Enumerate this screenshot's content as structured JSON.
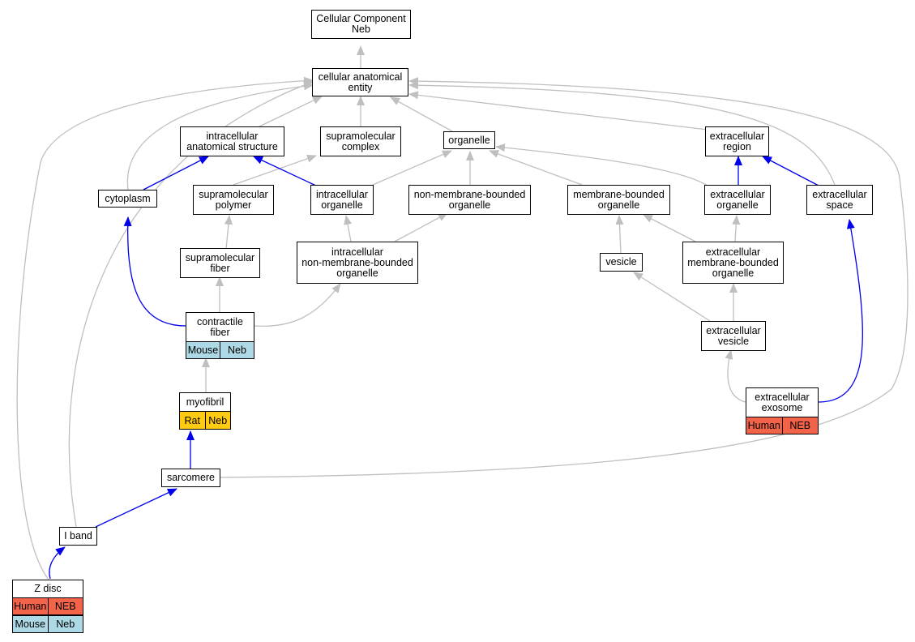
{
  "colors": {
    "gray_edge": "#bfbfbf",
    "blue_edge": "#0000ee",
    "human": "#f2634a",
    "mouse": "#add8e6",
    "rat": "#ffcc11"
  },
  "nodes": {
    "cc_root": "Cellular Component\nNeb",
    "cellular_anatomical_entity": "cellular anatomical\nentity",
    "intracellular_anatomical_structure": "intracellular\nanatomical structure",
    "supramolecular_complex": "supramolecular\ncomplex",
    "organelle": "organelle",
    "extracellular_region": "extracellular\nregion",
    "cytoplasm": "cytoplasm",
    "supramolecular_polymer": "supramolecular\npolymer",
    "intracellular_organelle": "intracellular\norganelle",
    "non_membrane_bounded_organelle": "non-membrane-bounded\norganelle",
    "membrane_bounded_organelle": "membrane-bounded\norganelle",
    "extracellular_organelle": "extracellular\norganelle",
    "extracellular_space": "extracellular\nspace",
    "supramolecular_fiber": "supramolecular\nfiber",
    "intracellular_non_membrane_bounded_organelle": "intracellular\nnon-membrane-bounded\norganelle",
    "vesicle": "vesicle",
    "extracellular_membrane_bounded_organelle": "extracellular\nmembrane-bounded\norganelle",
    "contractile_fiber": "contractile\nfiber",
    "extracellular_vesicle": "extracellular\nvesicle",
    "myofibril": "myofibril",
    "extracellular_exosome": "extracellular\nexosome",
    "sarcomere": "sarcomere",
    "i_band": "I band",
    "z_disc": "Z disc"
  },
  "annotations": {
    "contractile_fiber": [
      {
        "species": "Mouse",
        "gene": "Neb"
      }
    ],
    "myofibril": [
      {
        "species": "Rat",
        "gene": "Neb"
      }
    ],
    "extracellular_exosome": [
      {
        "species": "Human",
        "gene": "NEB"
      }
    ],
    "z_disc": [
      {
        "species": "Human",
        "gene": "NEB"
      },
      {
        "species": "Mouse",
        "gene": "Neb"
      }
    ]
  }
}
